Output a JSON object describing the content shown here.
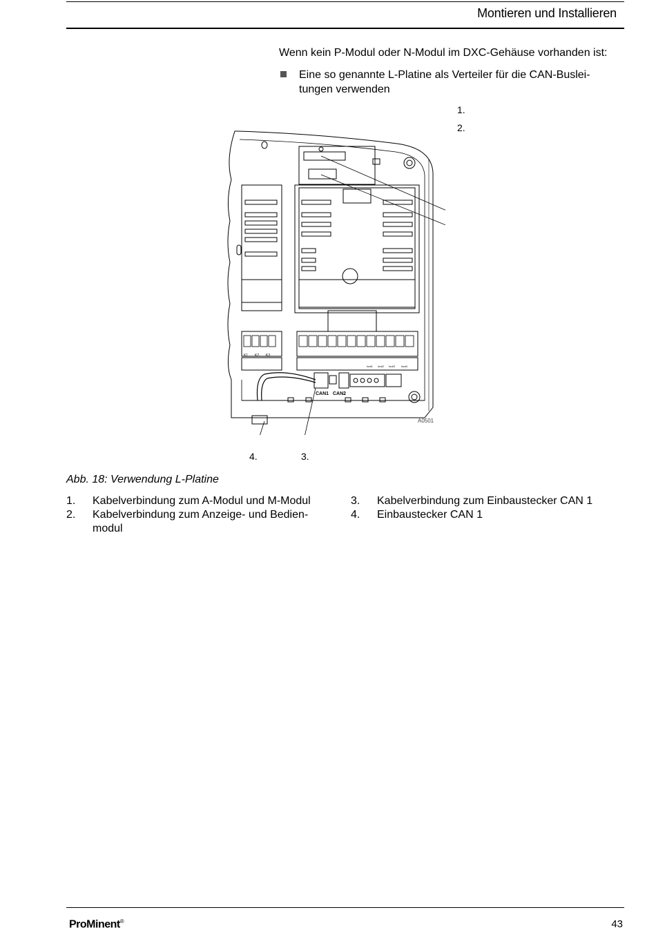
{
  "header": {
    "title": "Montieren und Installieren"
  },
  "intro": "Wenn kein P-Modul oder N-Modul im DXC-Gehäuse vorhanden ist:",
  "bullet": {
    "line1": "Eine so genannte L-Platine als Verteiler für die CAN-Buslei-",
    "line2": "tungen verwenden"
  },
  "figure": {
    "callouts": [
      "1.",
      "2.",
      "3.",
      "4."
    ],
    "code": "A0501",
    "labels": {
      "can1": "CAN1",
      "can2": "CAN2",
      "k1": "K1",
      "k2": "K2",
      "k3": "K3",
      "out1": "Iout1",
      "out2": "Iout2",
      "out3": "Iout3",
      "out4": "Iout4"
    }
  },
  "caption": "Abb. 18: Verwendung L-Platine",
  "legend": [
    {
      "num": "1.",
      "line1": "Kabelverbindung zum A-Modul und M-Modul",
      "line2": ""
    },
    {
      "num": "2.",
      "line1": "Kabelverbindung zum Anzeige- und Bedien-",
      "line2": "modul"
    },
    {
      "num": "3.",
      "line1": "Kabelverbindung zum Einbaustecker CAN 1",
      "line2": ""
    },
    {
      "num": "4.",
      "line1": "Einbaustecker CAN 1",
      "line2": ""
    }
  ],
  "footer": {
    "logo": "ProMinent",
    "page": "43"
  }
}
